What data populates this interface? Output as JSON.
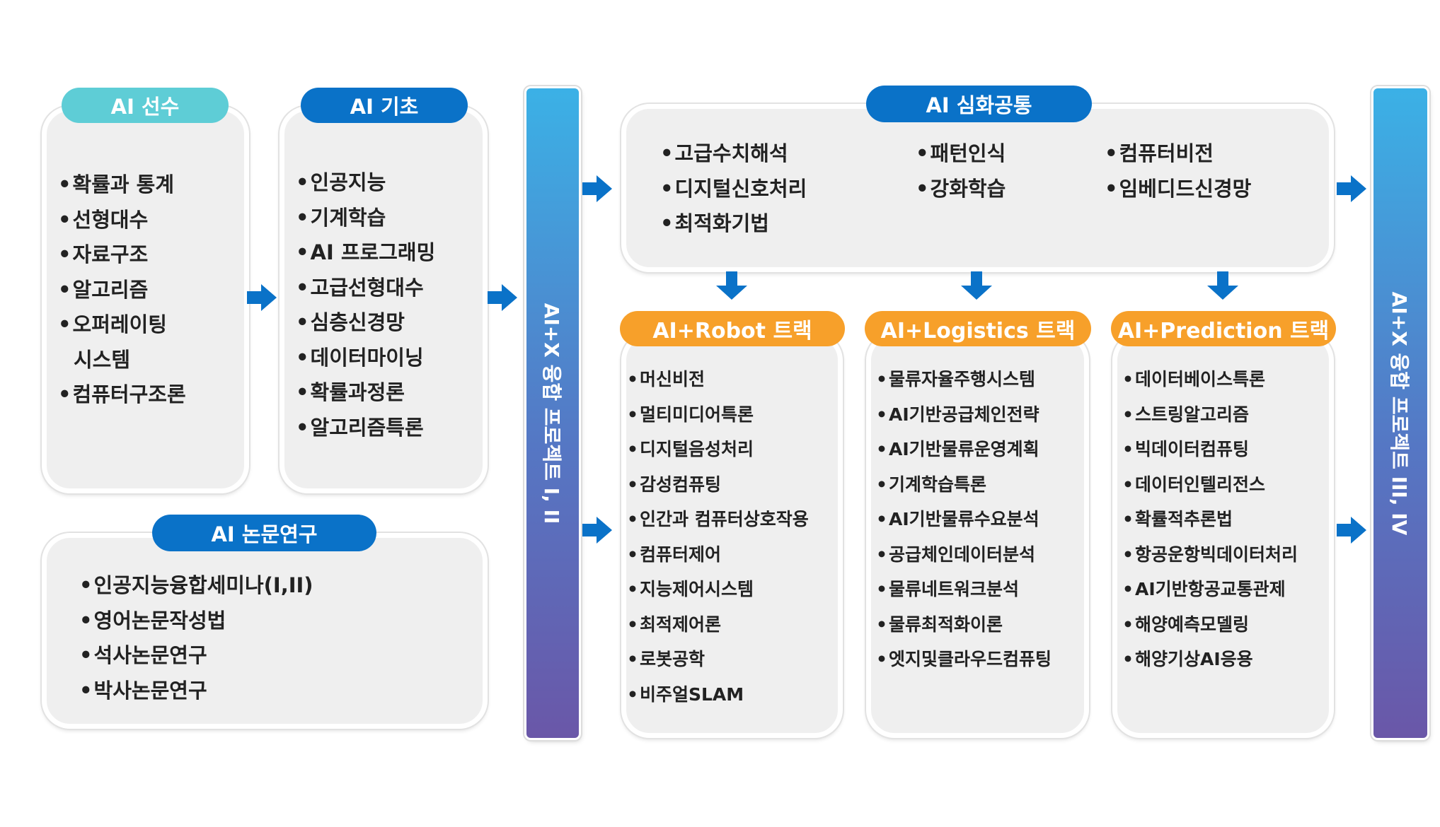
{
  "prereq": {
    "title": "AI 선수",
    "items": [
      "확률과 통계",
      "선형대수",
      "자료구조",
      "알고리즘",
      "오퍼레이팅",
      "시스템",
      "컴퓨터구조론"
    ]
  },
  "basic": {
    "title": "AI 기초",
    "items": [
      "인공지능",
      "기계학습",
      "AI 프로그래밍",
      "고급선형대수",
      "심층신경망",
      "데이터마이닝",
      "확률과정론",
      "알고리즘특론"
    ]
  },
  "thesis": {
    "title": "AI 논문연구",
    "items": [
      "인공지능융합세미나(I,II)",
      "영어논문작성법",
      "석사논문연구",
      "박사논문연구"
    ]
  },
  "project1": "AI+X 융합 프로젝트 I, II",
  "advanced": {
    "title": "AI 심화공통",
    "col1": [
      "고급수치해석",
      "디지털신호처리",
      "최적화기법"
    ],
    "col2": [
      "패턴인식",
      "강화학습"
    ],
    "col3": [
      "컴퓨터비전",
      "임베디드신경망"
    ]
  },
  "tracks": [
    {
      "title": "AI+Robot 트랙",
      "items": [
        "머신비전",
        "멀티미디어특론",
        "디지털음성처리",
        "감성컴퓨팅",
        "인간과 컴퓨터상호작용",
        "컴퓨터제어",
        "지능제어시스템",
        "최적제어론",
        "로봇공학",
        "비주얼SLAM"
      ]
    },
    {
      "title": "AI+Logistics 트랙",
      "items": [
        "물류자율주행시스템",
        "AI기반공급체인전략",
        "AI기반물류운영계획",
        "기계학습특론",
        "AI기반물류수요분석",
        "공급체인데이터분석",
        "물류네트워크분석",
        "물류최적화이론",
        "엣지및클라우드컴퓨팅"
      ]
    },
    {
      "title": "AI+Prediction 트랙",
      "items": [
        "데이터베이스특론",
        "스트링알고리즘",
        "빅데이터컴퓨팅",
        "데이터인텔리전스",
        "확률적추론법",
        "항공운항빅데이터처리",
        "AI기반항공교통관제",
        "해양예측모델링",
        "해양기상AI응용"
      ]
    }
  ],
  "project2": "AI+X 융합 프로젝트 III, IV",
  "colors": {
    "teal": "#5ecdd6",
    "blue": "#0a72c8",
    "orange": "#f7a02a"
  }
}
